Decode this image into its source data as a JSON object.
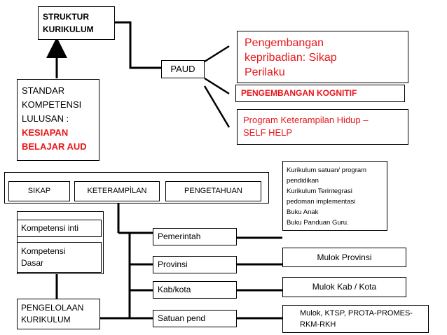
{
  "nodes": {
    "struktur": [
      "STRUKTUR",
      "KURIKULUM"
    ],
    "paud": "PAUD",
    "pengembangan_kepribadian": [
      "Pengembangan",
      "kepribadian: Sikap",
      "Perilaku"
    ],
    "pengembangan_kognitif": "PENGEMBANGAN KOGNITIF",
    "program_keterampilan": [
      "Program Keterampilan Hidup –",
      "SELF HELP"
    ],
    "standar": [
      "STANDAR",
      "KOMPETENSI",
      "LULUSAN :"
    ],
    "standar_highlight": [
      "KESIAPAN",
      "BELAJAR AUD"
    ],
    "aspects": [
      "SIKAP",
      "KETERAMPÌLAN",
      "PENGETAHUAN"
    ],
    "kurikulum_list": [
      "Kurikulum satuan/ program",
      "pendidikan",
      "Kurikulum Terintegrasi",
      "pedoman implementasi",
      "Buku Anak",
      "Buku Panduan Guru."
    ],
    "kompetensi_inti": "Kompetensi inti",
    "kompetensi_dasar": [
      "Kompetensi",
      "Dasar"
    ],
    "pengelolaan": [
      "PENGELOLAAN",
      "KURIKULUM"
    ],
    "levels": [
      "Pemerintah",
      "Provinsi",
      "Kab/kota",
      "Satuan pend"
    ],
    "mulok_provinsi": "Mulok Provinsi",
    "mulok_kab": "Mulok Kab / Kota",
    "mulok_ktsp": [
      "Mulok, KTSP,  PROTA-PROMES-",
      "RKM-RKH"
    ]
  },
  "colors": {
    "line": "#000000",
    "highlight": "#e8161b"
  }
}
